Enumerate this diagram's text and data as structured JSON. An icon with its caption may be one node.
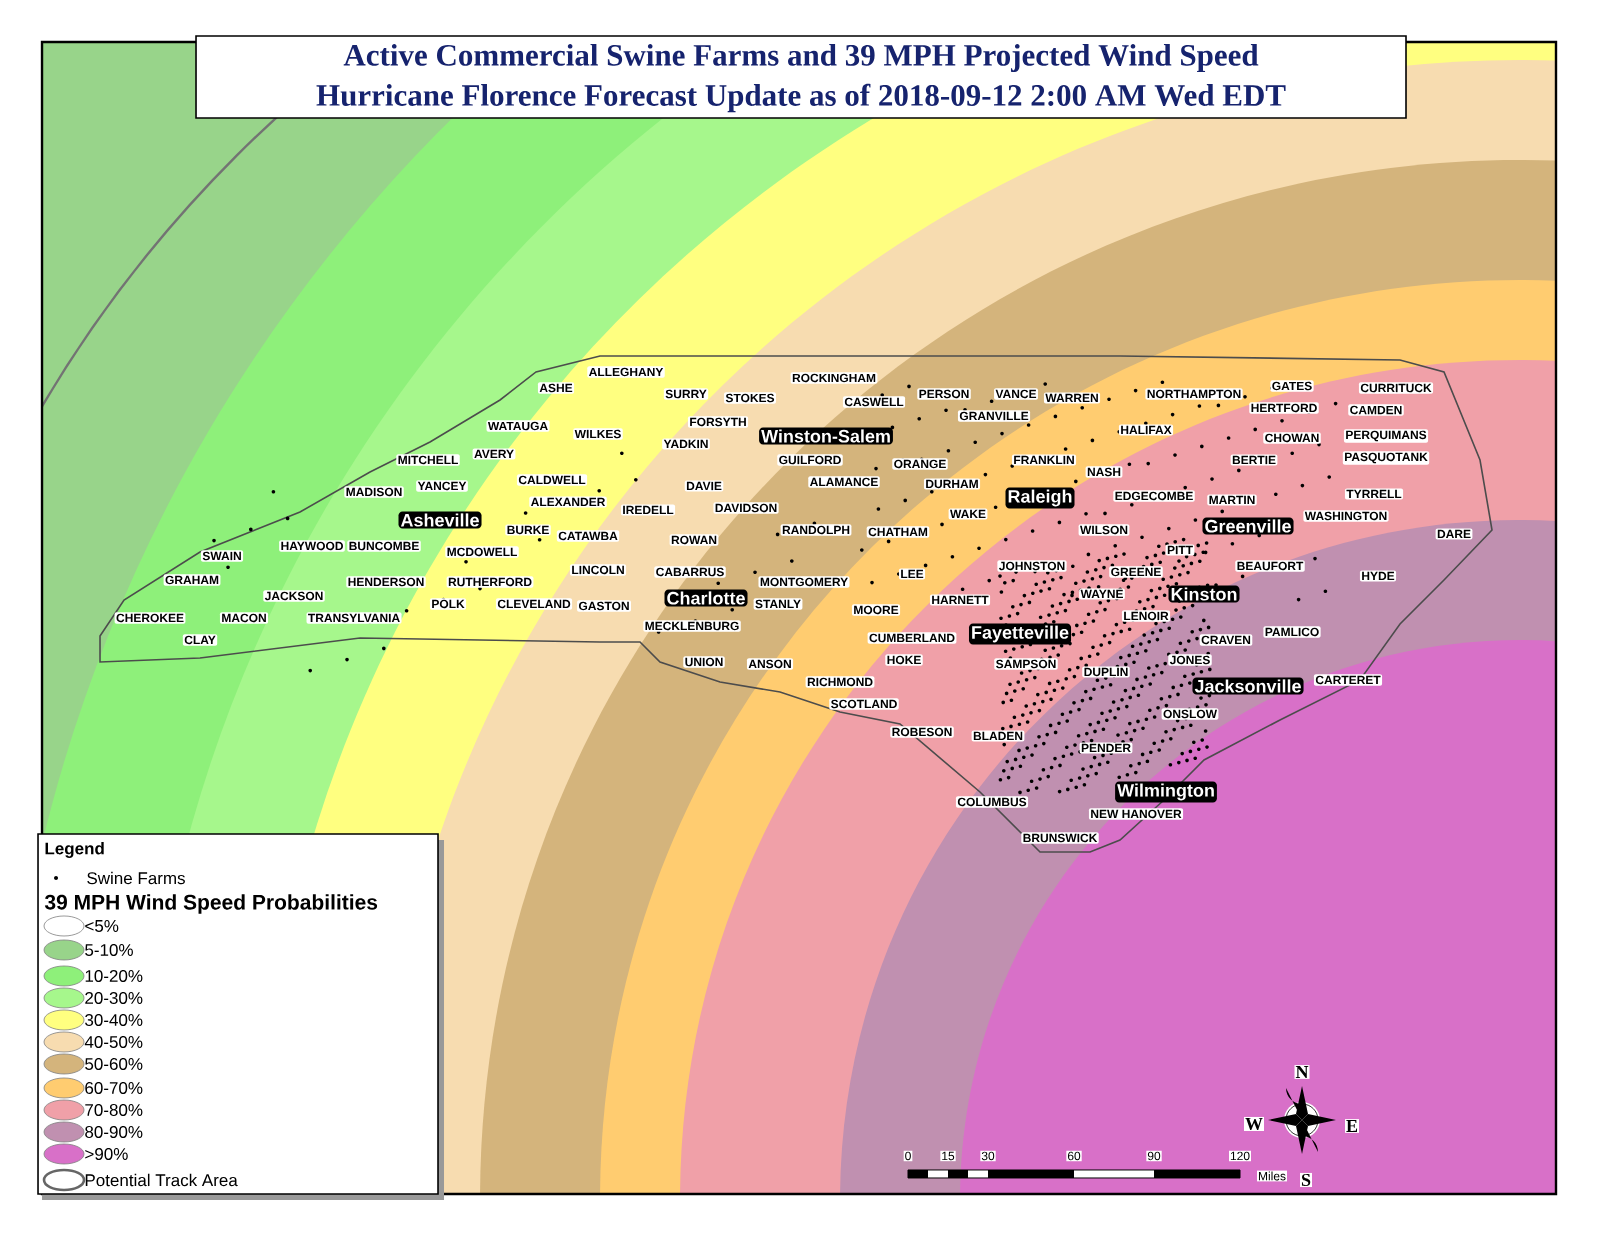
{
  "diagram": {
    "title": "Active Commercial Swine Farms and 39 MPH Projected Wind Speed",
    "labels": [
      "Hurricane Florence Forecast Update as of 2018-09-12 2:00 AM Wed EDT",
      "ALLEGHANY",
      "ROCKINGHAM",
      "GATES",
      "ASHE",
      "CURRITUCK",
      "SURRY",
      "PERSON",
      "VANCE",
      "NORTHAMPTON",
      "STOKES",
      "WARREN",
      "CASWELL",
      "HERTFORD",
      "CAMDEN",
      "GRANVILLE",
      "FORSYTH",
      "WATAUGA",
      "HALIFAX",
      "WILKES",
      "Winston-Salem",
      "PERQUIMANS",
      "CHOWAN",
      "YADKIN",
      "AVERY",
      "PASQUOTANK",
      "MITCHELL",
      "GUILFORD",
      "BERTIE",
      "FRANKLIN",
      "ORANGE",
      "NASH",
      "CALDWELL",
      "ALAMANCE",
      "DURHAM",
      "DAVIE",
      "YANCEY",
      "MADISON",
      "TYRRELL",
      "EDGECOMBE",
      "Raleigh",
      "MARTIN",
      "ALEXANDER",
      "DAVIDSON",
      "IREDELL",
      "WAKE",
      "WASHINGTON",
      "Asheville",
      "Greenville",
      "BURKE",
      "RANDOLPH",
      "WILSON",
      "CHATHAM",
      "DARE",
      "CATAWBA",
      "ROWAN",
      "HAYWOOD",
      "BUNCOMBE",
      "PITT",
      "MCDOWELL",
      "SWAIN",
      "JOHNSTON",
      "BEAUFORT",
      "LINCOLN",
      "CABARRUS",
      "GREENE",
      "LEE",
      "HYDE",
      "GRAHAM",
      "HENDERSON",
      "RUTHERFORD",
      "MONTGOMERY",
      "Kinston",
      "WAYNE",
      "JACKSON",
      "Charlotte",
      "HARNETT",
      "POLK",
      "CLEVELAND",
      "STANLY",
      "GASTON",
      "MOORE",
      "LENOIR",
      "CHEROKEE",
      "MACON",
      "TRANSYLVANIA",
      "MECKLENBURG",
      "PAMLICO",
      "Fayetteville",
      "CUMBERLAND",
      "CLAY",
      "CRAVEN",
      "HOKE",
      "JONES",
      "UNION",
      "ANSON",
      "SAMPSON",
      "DUPLIN",
      "CARTERET",
      "RICHMOND",
      "Jacksonville",
      "SCOTLAND",
      "ONSLOW",
      "ROBESON",
      "BLADEN",
      "PENDER",
      "Wilmington",
      "COLUMBUS",
      "NEW HANOVER",
      "BRUNSWICK",
      "Legend",
      "39 MPH Wind Speed Probabilities",
      "0",
      "15",
      "30",
      "60",
      "90",
      "120",
      "Miles",
      "N",
      "W",
      "E",
      "S"
    ],
    "legend": [
      {
        "text": "Swine Farms"
      },
      {
        "text": "<5%"
      },
      {
        "text": "5-10%",
        "color": "#98d48a"
      },
      {
        "text": "10-20%",
        "color": "#8ef07a"
      },
      {
        "text": "20-30%",
        "color": "#a6f78c"
      },
      {
        "text": "30-40%",
        "color": "#ffff80"
      },
      {
        "text": "40-50%",
        "color": "#f7dcb0"
      },
      {
        "text": "50-60%",
        "color": "#d4b47c"
      },
      {
        "text": "60-70%",
        "color": "#ffcc70"
      },
      {
        "text": "70-80%",
        "color": "#f0a0a8"
      },
      {
        "text": "80-90%",
        "color": "#c090b0"
      },
      {
        "text": ">90%",
        "color": "#d870c8"
      },
      {
        "text": "Potential Track Area"
      }
    ]
  }
}
